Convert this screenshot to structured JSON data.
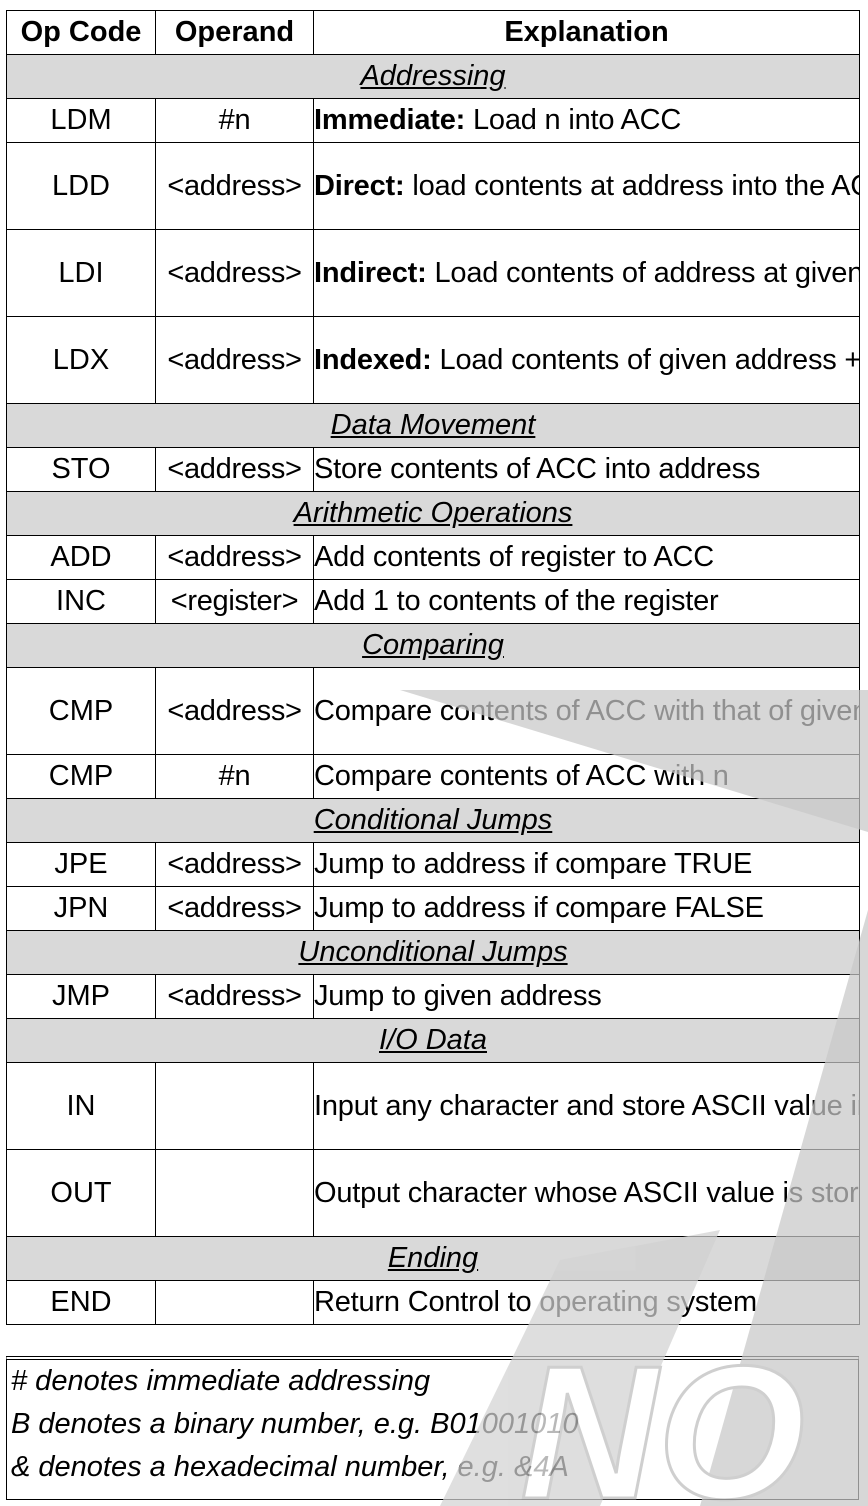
{
  "table": {
    "headers": [
      "Op Code",
      "Operand",
      "Explanation"
    ],
    "sections": [
      {
        "title": "Addressing",
        "rows": [
          {
            "op": "LDM",
            "operand": "#n",
            "kw": "Immediate:",
            "text": " Load n into ACC",
            "lines": 1
          },
          {
            "op": "LDD",
            "operand": "<address>",
            "kw": "Direct:",
            "text": " load contents at address into the ACC",
            "lines": 2
          },
          {
            "op": "LDI",
            "operand": "<address>",
            "kw": "Indirect:",
            "text": " Load contents of address at given address into ACC",
            "lines": 2
          },
          {
            "op": "LDX",
            "operand": "<address>",
            "kw": "Indexed:",
            "text": " Load contents of given address + IR into ACC",
            "lines": 2
          }
        ]
      },
      {
        "title": "Data Movement",
        "rows": [
          {
            "op": "STO",
            "operand": "<address>",
            "kw": "",
            "text": "Store contents of ACC into address",
            "lines": 1
          }
        ]
      },
      {
        "title": "Arithmetic Operations",
        "rows": [
          {
            "op": "ADD",
            "operand": "<address>",
            "kw": "",
            "text": "Add contents of register to ACC",
            "lines": 1
          },
          {
            "op": "INC",
            "operand": "<register>",
            "kw": "",
            "text": "Add 1 to contents of the register",
            "lines": 1
          }
        ]
      },
      {
        "title": "Comparing",
        "rows": [
          {
            "op": "CMP",
            "operand": "<address>",
            "kw": "",
            "text": "Compare contents of ACC with that of given address",
            "lines": 2
          },
          {
            "op": "CMP",
            "operand": "#n",
            "kw": "",
            "text": "Compare contents of ACC with n",
            "lines": 1
          }
        ]
      },
      {
        "title": "Conditional Jumps",
        "rows": [
          {
            "op": "JPE",
            "operand": "<address>",
            "kw": "",
            "text": "Jump to address if compare TRUE",
            "lines": 1
          },
          {
            "op": "JPN",
            "operand": "<address>",
            "kw": "",
            "text": "Jump to address if compare FALSE",
            "lines": 1
          }
        ]
      },
      {
        "title": "Unconditional Jumps",
        "rows": [
          {
            "op": "JMP",
            "operand": "<address>",
            "kw": "",
            "text": "Jump to given address",
            "lines": 1
          }
        ]
      },
      {
        "title": "I/O Data",
        "rows": [
          {
            "op": "IN",
            "operand": "",
            "kw": "",
            "text": "Input any character and store ASCII value in ACC",
            "lines": 2
          },
          {
            "op": "OUT",
            "operand": "",
            "kw": "",
            "text": "Output character whose ASCII value is stored in ACC",
            "lines": 2
          }
        ]
      },
      {
        "title": "Ending",
        "rows": [
          {
            "op": "END",
            "operand": "",
            "kw": "",
            "text": "Return Control to operating system",
            "lines": 1
          }
        ]
      }
    ]
  },
  "notes": [
    "# denotes immediate addressing",
    "B denotes a binary number, e.g. B01001010",
    "& denotes a hexadecimal number, e.g. &4A"
  ],
  "watermark": {
    "text": "NO",
    "color": "#c8c8c8"
  }
}
